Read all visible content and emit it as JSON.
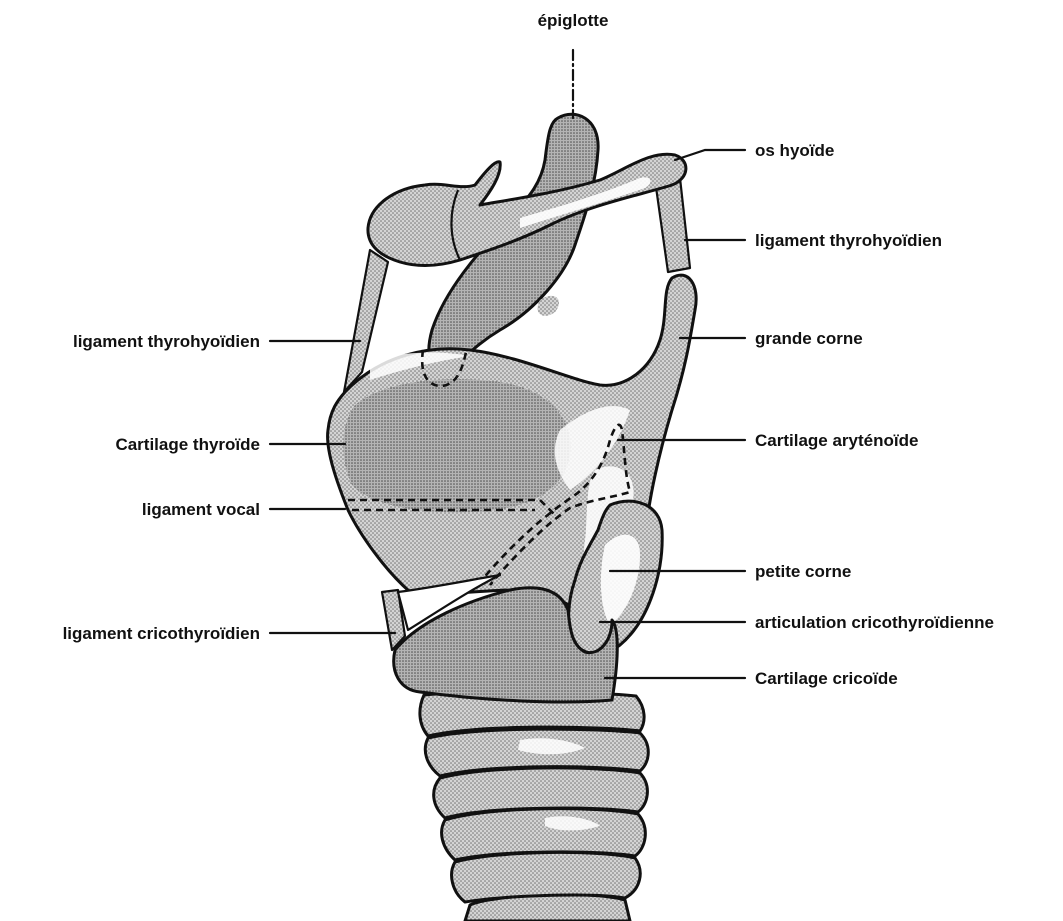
{
  "diagram": {
    "labels": {
      "epiglotte": "épiglotte",
      "os_hyoide": "os hyoïde",
      "ligament_thyrohyoidien_right": "ligament thyrohyoïdien",
      "ligament_thyrohyoidien_left": "ligament thyrohyoïdien",
      "grande_corne": "grande corne",
      "cartilage_thyroide": "Cartilage thyroïde",
      "cartilage_arytenoide": "Cartilage aryténoïde",
      "ligament_vocal": "ligament vocal",
      "petite_corne": "petite corne",
      "ligament_cricothyroidien": "ligament cricothyroïdien",
      "articulation_cricothyroidienne": "articulation cricothyroïdienne",
      "cartilage_cricoide": "Cartilage cricoïde"
    },
    "colors": {
      "outline": "#111111",
      "stipple_light": "#d2d2d2",
      "stipple_dark": "#b4b4b4",
      "highlight": "#ffffff",
      "background": "#ffffff"
    }
  }
}
